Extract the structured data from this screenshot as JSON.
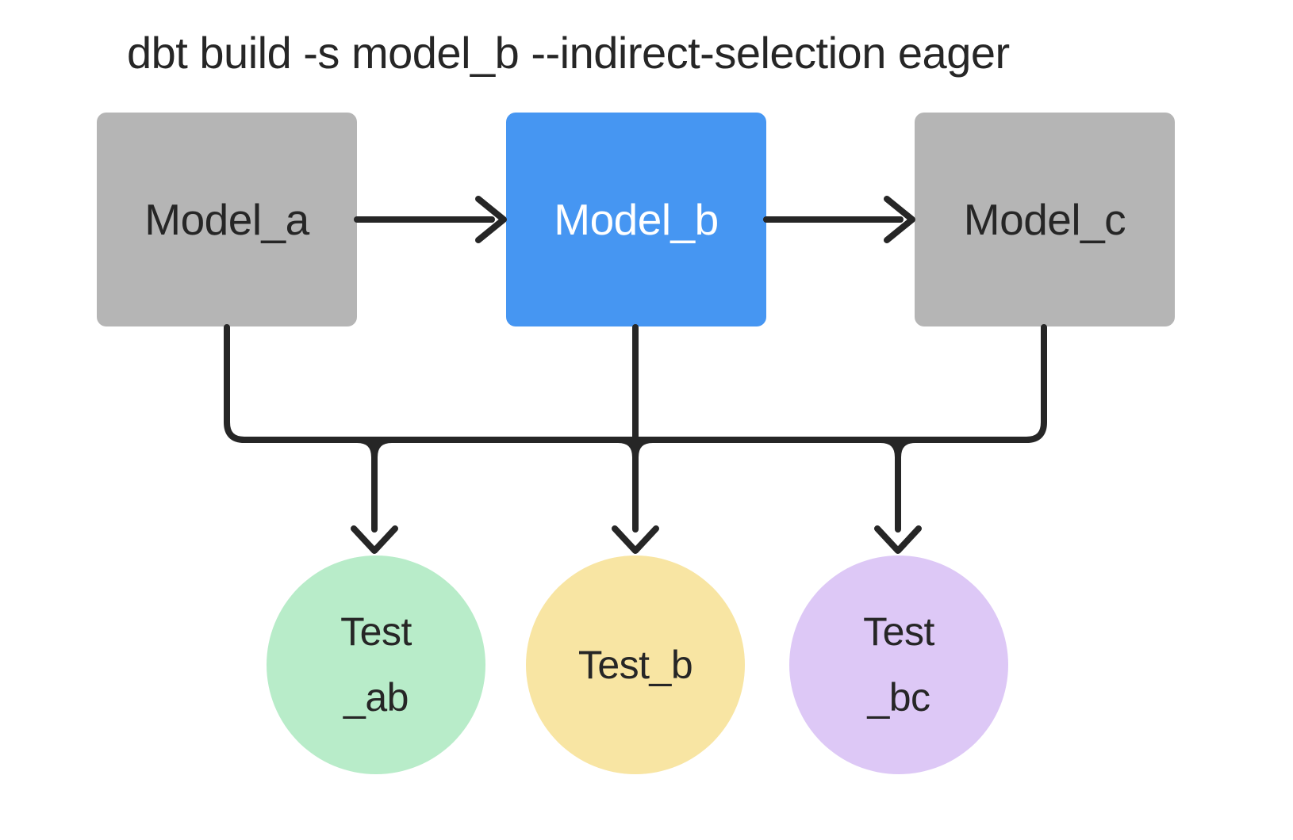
{
  "title": "dbt build -s model_b --indirect-selection eager",
  "models": [
    {
      "id": "model_a",
      "label": "Model_a",
      "state": "unselected"
    },
    {
      "id": "model_b",
      "label": "Model_b",
      "state": "selected"
    },
    {
      "id": "model_c",
      "label": "Model_c",
      "state": "unselected"
    }
  ],
  "tests": [
    {
      "id": "test_ab",
      "lines": [
        "Test",
        "_ab"
      ]
    },
    {
      "id": "test_b",
      "lines": [
        "Test_b"
      ]
    },
    {
      "id": "test_bc",
      "lines": [
        "Test",
        "_bc"
      ]
    }
  ],
  "colors": {
    "bg": "#ffffff",
    "gray-node": "#b5b5b5",
    "blue-node": "#4696f2",
    "line": "#262626",
    "text-dark": "#262626",
    "text-light": "#ffffff",
    "green-test": "#b8ecc9",
    "yellow-test": "#f8e5a3",
    "purple-test": "#ddc8f6"
  }
}
